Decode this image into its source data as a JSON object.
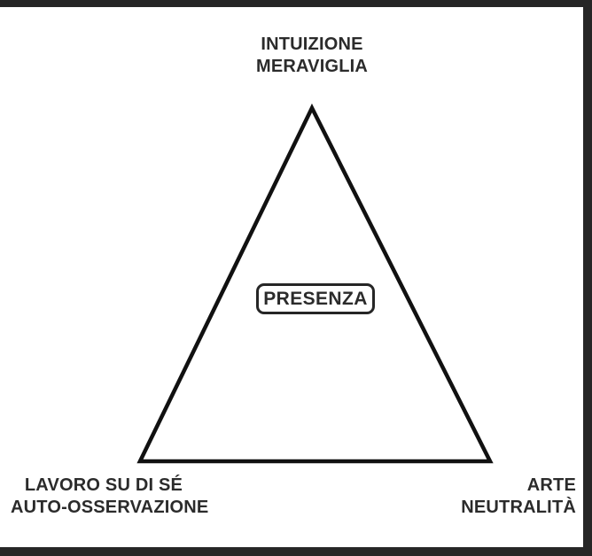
{
  "diagram": {
    "title_text_top": {
      "line1": "INTUIZIONE",
      "line2": "MERAVIGLIA"
    },
    "bottom_left": {
      "line1": "LAVORO SU DI SÉ",
      "line2": "AUTO-OSSERVAZIONE"
    },
    "bottom_right": {
      "line1": "ARTE",
      "line2": "NEUTRALITÀ"
    },
    "center_node": {
      "label": "PRESENZA"
    },
    "colors": {
      "stroke": "#111111",
      "text": "#2b2b2b",
      "frame": "#262626",
      "background": "#ffffff"
    }
  }
}
